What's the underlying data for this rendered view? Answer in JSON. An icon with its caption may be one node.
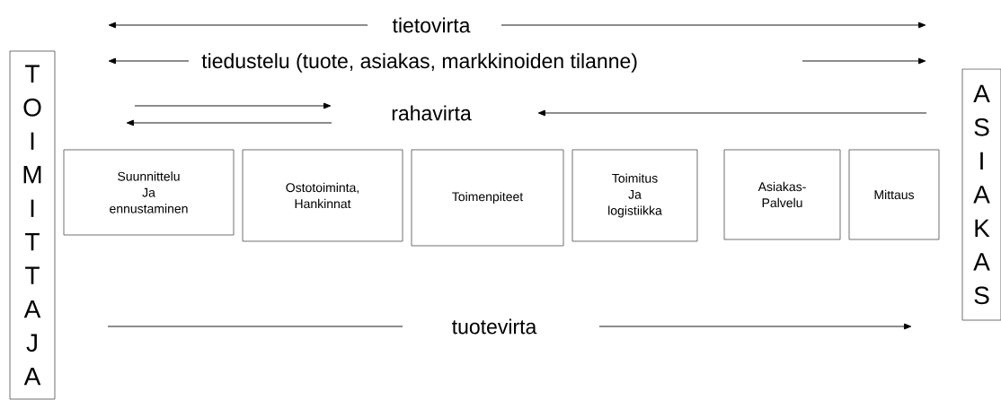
{
  "diagram": {
    "nodes": [
      {
        "text": [
          "T O I M I T T A J A"
        ]
      },
      {
        "text": [
          "A S I A K A S"
        ]
      },
      {
        "text": [
          "Suunnittelu Ja ennustaminen"
        ]
      },
      {
        "text": [
          "Ostotoiminta, Hankinnat"
        ]
      },
      {
        "text": [
          "Toimenpiteet"
        ]
      },
      {
        "text": [
          "Toimitus Ja logistiikka"
        ]
      },
      {
        "text": [
          "Asiakas- Palvelu"
        ]
      },
      {
        "text": [
          "Mittaus"
        ]
      }
    ],
    "labels": [
      "tietovirta",
      "tiedustelu (tuote, asiakas, markkinoiden tilanne)",
      "rahavirta",
      "tuotevirta"
    ]
  }
}
